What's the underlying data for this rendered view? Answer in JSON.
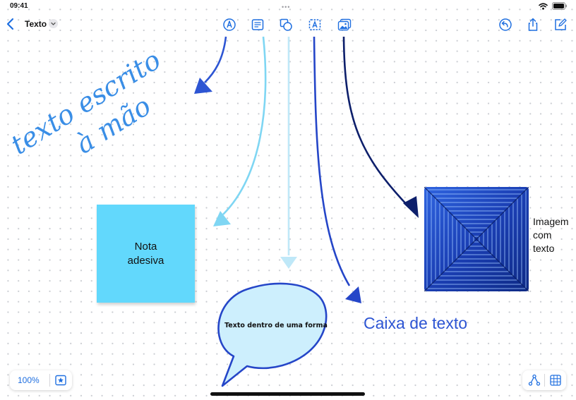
{
  "status_bar": {
    "time": "09:41",
    "center_dots": "•••",
    "icons": [
      "wifi-icon",
      "battery-icon"
    ]
  },
  "toolbar": {
    "back_icon": "chevron-left-icon",
    "title": "Texto",
    "title_menu_icon": "chevron-down-icon",
    "tools": [
      "pen-icon",
      "sticky-note-icon",
      "shapes-icon",
      "text-box-icon",
      "media-icon"
    ],
    "actions": [
      "undo-icon",
      "share-icon",
      "compose-icon"
    ],
    "accent_color": "#1f6fe0"
  },
  "board": {
    "handwriting": {
      "line1": "texto escrito",
      "line2": "à mão",
      "color": "#3a8ee6"
    },
    "sticky_note": {
      "text": "Nota\nadesiva",
      "color": "#62d8fc"
    },
    "speech_bubble": {
      "text": "Texto dentro de uma forma",
      "fill": "#cdeffd",
      "stroke": "#2546c8"
    },
    "text_box": {
      "text": "Caixa de texto",
      "color": "#2d55d3"
    },
    "image": {
      "caption": "Imagem\ncom\ntexto",
      "color": "#1b3fb4"
    },
    "arrow_colors": [
      "#2d55d3",
      "#7fd6f3",
      "#bfe8f8",
      "#2546c8",
      "#0d1f6b"
    ]
  },
  "bottom_bar": {
    "zoom_label": "100%",
    "favorites_icon": "star-icon",
    "connector_icon": "connector-icon",
    "grid_icon": "grid-icon"
  }
}
